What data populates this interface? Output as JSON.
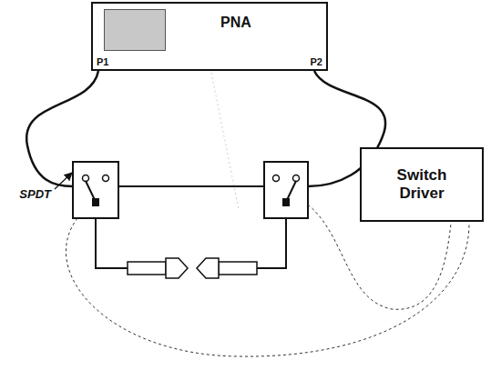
{
  "diagram": {
    "nodes": [
      {
        "text": [
          "PNA",
          "P1",
          "P2"
        ]
      },
      {
        "text": [
          "Switch Driver"
        ]
      }
    ],
    "labels": [
      "SPDT"
    ]
  }
}
